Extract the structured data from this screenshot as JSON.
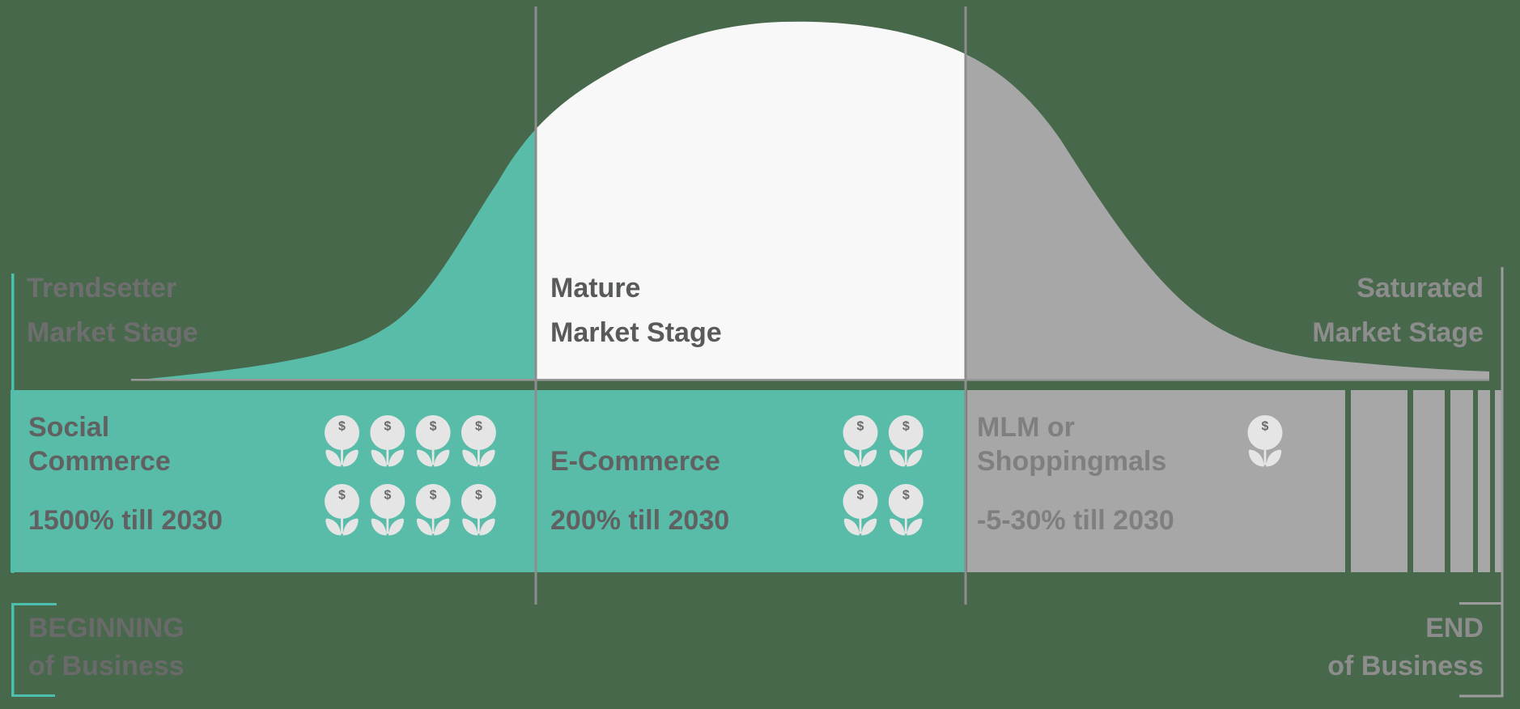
{
  "diagram": {
    "kind": "market lifecycle bell-curve infographic",
    "stages": [
      {
        "name": "trendsetter",
        "title_line1": "Trendsetter",
        "title_line2": "Market Stage",
        "band_line1": "Social",
        "band_line2": "Commerce",
        "growth": "1500% till 2030",
        "flower_rows": [
          4,
          4
        ]
      },
      {
        "name": "mature",
        "title_line1": "Mature",
        "title_line2": "Market Stage",
        "band_line1": "E-Commerce",
        "band_line2": "",
        "growth": "200% till 2030",
        "flower_rows": [
          2,
          2
        ]
      },
      {
        "name": "saturated",
        "title_line1": "Saturated",
        "title_line2": "Market Stage",
        "band_line1": "MLM or",
        "band_line2": "Shoppingmals",
        "growth": "-5-30% till 2030",
        "flower_rows": [
          1
        ]
      }
    ],
    "timeline": {
      "begin_line1": "BEGINNING",
      "begin_line2": "of Business",
      "end_line1": "END",
      "end_line2": "of Business"
    }
  },
  "icons": {
    "money_flower": "dollar-flower-icon",
    "currency_symbol": "$"
  },
  "colors": {
    "background": "#47684b",
    "teal_fill": "#58bca9",
    "teal_accent_line": "#4cc0ad",
    "white_fill": "#f8f8f8",
    "gray_fill": "#a7a7a7",
    "flower_light": "#e5e5e5",
    "divider_line": "#8d8d8d",
    "baseline": "#989898",
    "text_dark": "#616161",
    "text_mid": "#7f7f7f",
    "text_light": "#8d8d8d"
  },
  "chart_data": {
    "type": "area",
    "title": "",
    "description": "Bell-shaped product lifecycle curve split into three colored stages over a timeline from beginning to end of business",
    "categories": [
      "Trendsetter Market Stage",
      "Mature Market Stage",
      "Saturated Market Stage"
    ],
    "series": [
      {
        "name": "Social Commerce",
        "growth_till_2030": "1500%",
        "money_flower_count": 8
      },
      {
        "name": "E-Commerce",
        "growth_till_2030": "200%",
        "money_flower_count": 4
      },
      {
        "name": "MLM or Shoppingmals",
        "growth_till_2030": "-5-30%",
        "money_flower_count": 1
      }
    ],
    "x_axis": {
      "start_label": "BEGINNING of Business",
      "end_label": "END of Business"
    },
    "legend_position": "none",
    "grid": false
  }
}
